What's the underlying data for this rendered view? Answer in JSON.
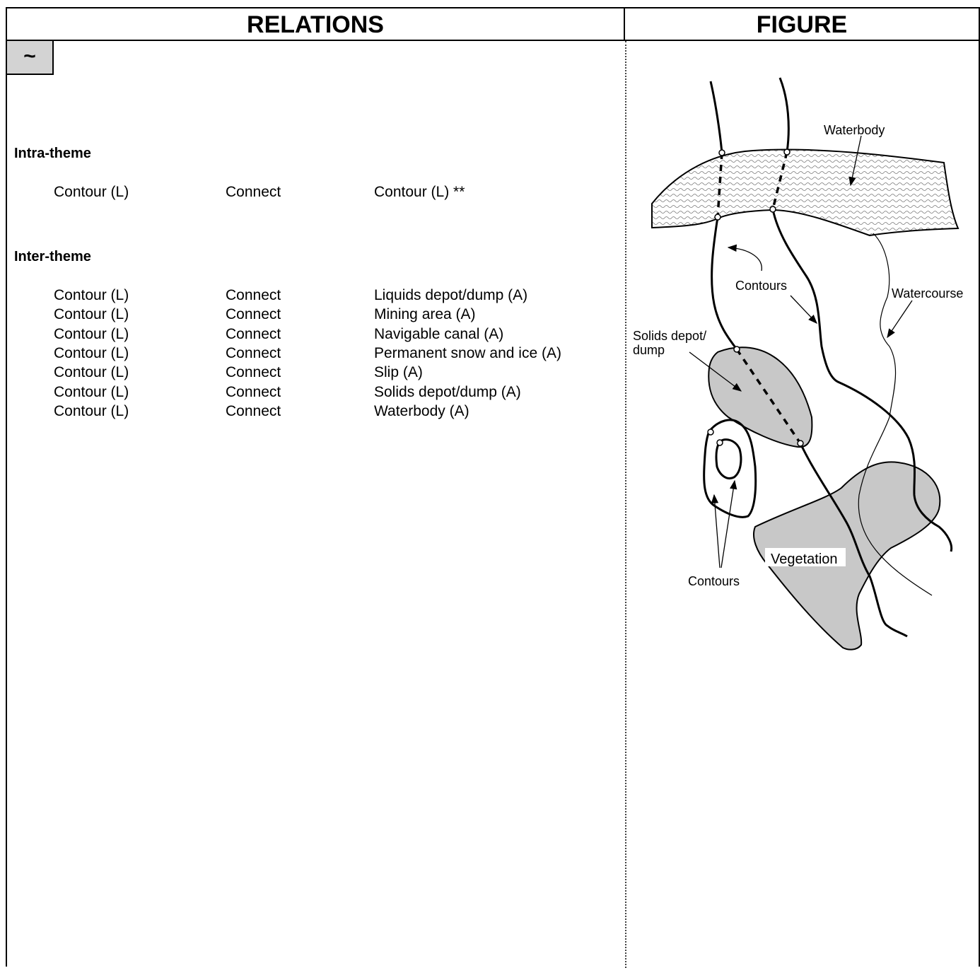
{
  "header": {
    "left": "RELATIONS",
    "right": "FIGURE"
  },
  "symbol": "~",
  "intra": {
    "title": "Intra-theme",
    "rows": [
      {
        "a": "Contour (L)",
        "rel": "Connect",
        "b": "Contour (L) **"
      }
    ]
  },
  "inter": {
    "title": "Inter-theme",
    "rows": [
      {
        "a": "Contour (L)",
        "rel": "Connect",
        "b": "Liquids depot/dump (A)"
      },
      {
        "a": "Contour (L)",
        "rel": "Connect",
        "b": "Mining area (A)"
      },
      {
        "a": "Contour (L)",
        "rel": "Connect",
        "b": "Navigable canal (A)"
      },
      {
        "a": "Contour (L)",
        "rel": "Connect",
        "b": "Permanent snow and ice (A)"
      },
      {
        "a": "Contour (L)",
        "rel": "Connect",
        "b": "Slip (A)"
      },
      {
        "a": "Contour (L)",
        "rel": "Connect",
        "b": "Solids depot/dump (A)"
      },
      {
        "a": "Contour (L)",
        "rel": "Connect",
        "b": "Waterbody (A)"
      }
    ]
  },
  "figure": {
    "labels": {
      "waterbody": "Waterbody",
      "contours_top": "Contours",
      "watercourse": "Watercourse",
      "solids_1": "Solids depot/",
      "solids_2": "dump",
      "vegetation": "Vegetation",
      "contours_bottom": "Contours"
    },
    "colors": {
      "fill": "#c8c8c8",
      "stroke": "#000000"
    }
  }
}
